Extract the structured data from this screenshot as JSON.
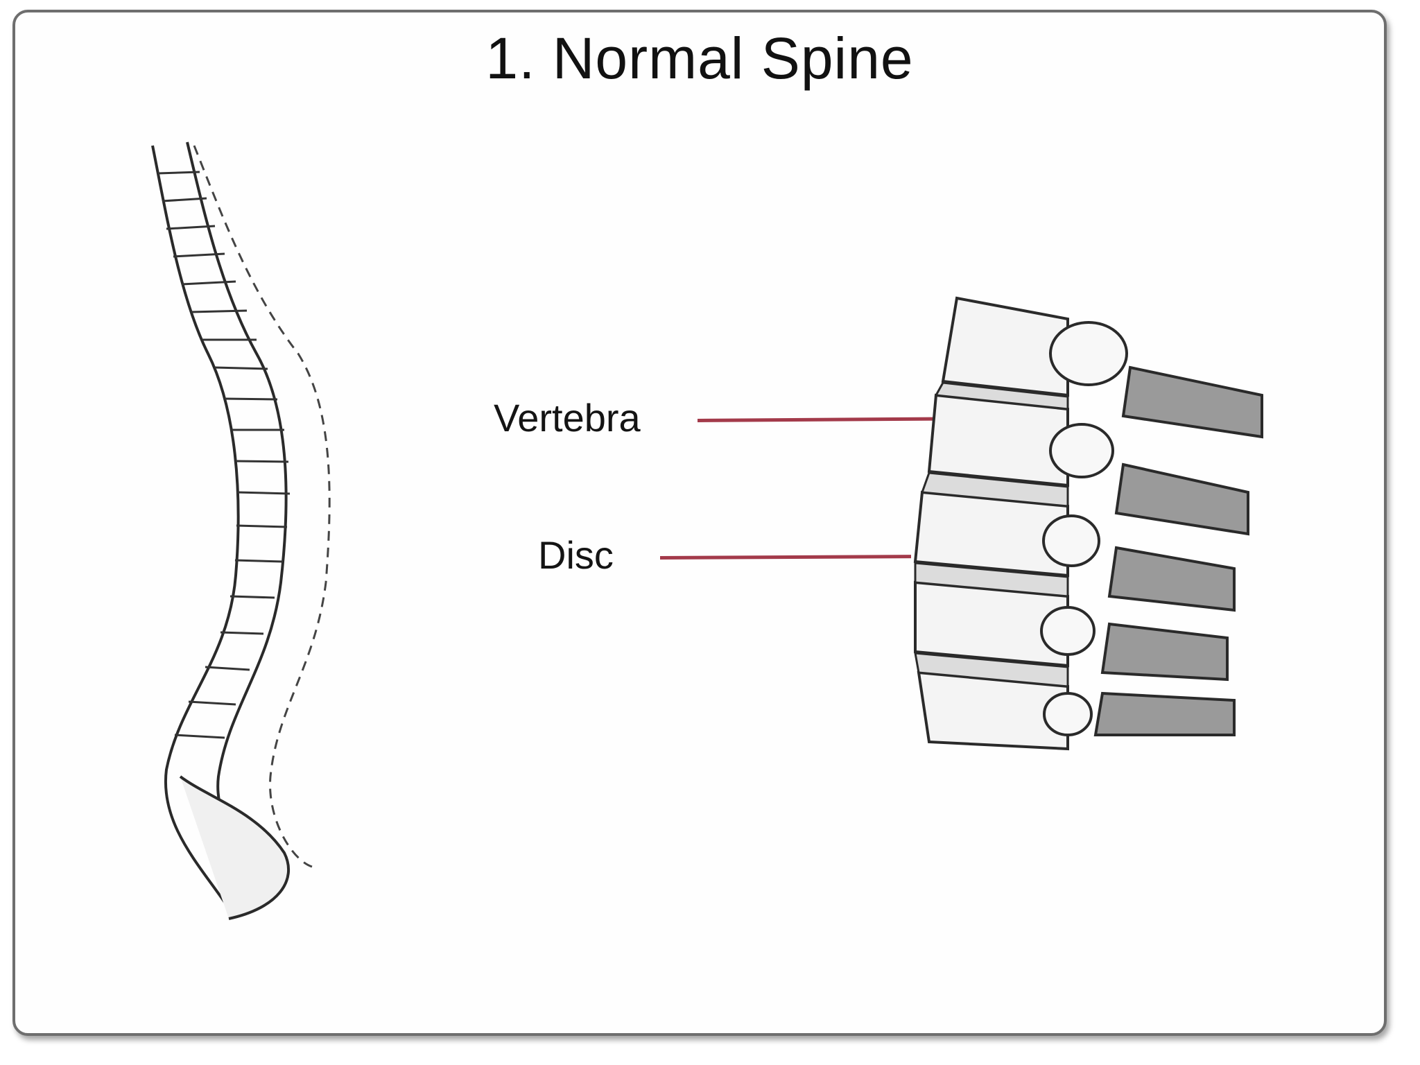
{
  "title": "1. Normal Spine",
  "labels": {
    "vertebra": "Vertebra",
    "disc": "Disc"
  },
  "colors": {
    "leader_line": "#a33a4a",
    "ink": "#2a2a2a",
    "frame_border": "#6e6e6e"
  },
  "illustrations": {
    "full_spine": "spine-side-view-illustration",
    "lumbar_segment": "lumbar-vertebrae-closeup-illustration"
  }
}
